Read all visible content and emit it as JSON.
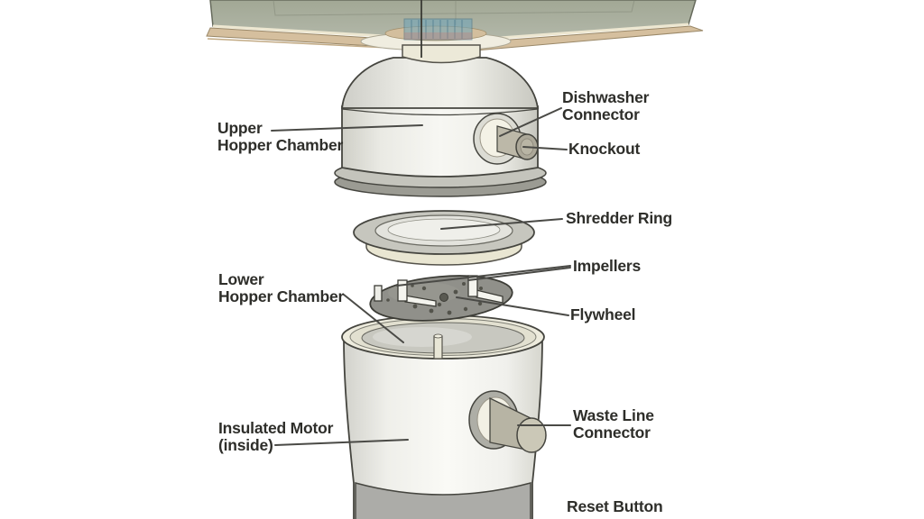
{
  "labels": {
    "upper_hopper": "Upper\nHopper Chamber",
    "dishwasher_connector": "Dishwasher\nConnector",
    "knockout": "Knockout",
    "shredder_ring": "Shredder Ring",
    "impellers": "Impellers",
    "flywheel": "Flywheel",
    "lower_hopper": "Lower\nHopper Chamber",
    "insulated_motor": "Insulated Motor\n(inside)",
    "waste_line": "Waste Line\nConnector",
    "reset_button": "Reset Button"
  },
  "palette": {
    "background": "#FFFFFF",
    "sink_basin": "#ACB1A3",
    "countertop_wood": "#D5BF9E",
    "strainer_blue": "#6DA4BA",
    "housing_light": "#F2F2EC",
    "housing_shadow": "#C9C9C1",
    "base_gray": "#9B9B93",
    "cream": "#E9E6D2",
    "flywheel_gray": "#90908A",
    "outline": "#45453F",
    "label_text": "#2E2E2A",
    "leader_line": "#4A4A46"
  }
}
